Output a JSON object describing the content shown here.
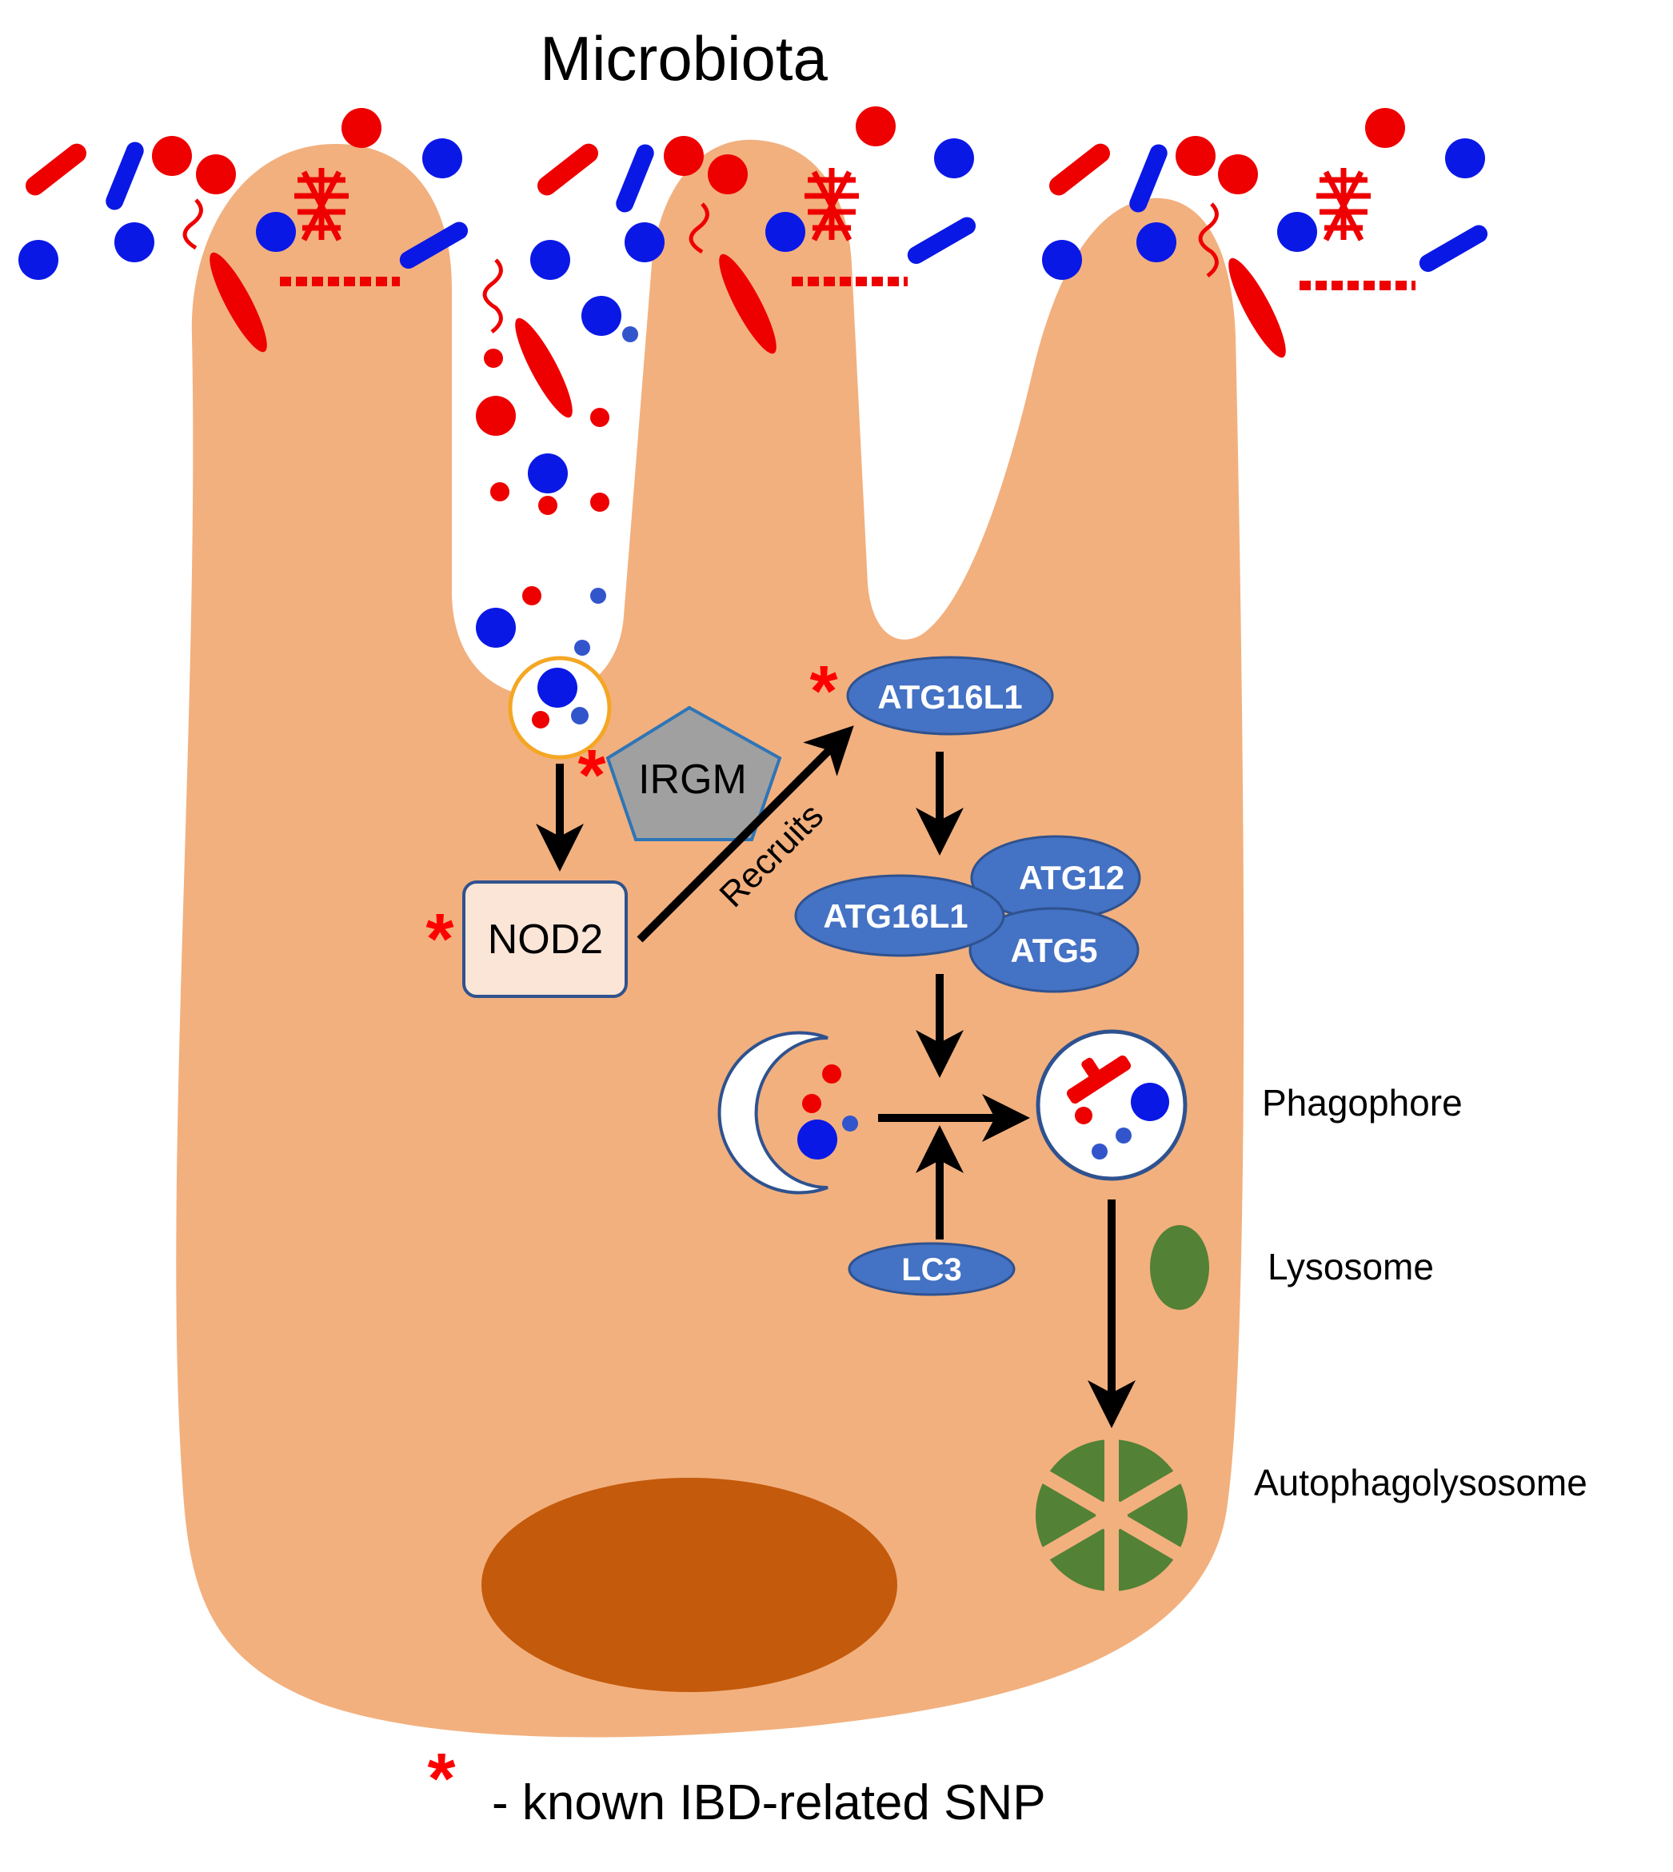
{
  "title": "Microbiota",
  "legend": {
    "text": "- known IBD-related SNP",
    "symbol": "*"
  },
  "proteins": {
    "atg16l1_top": "ATG16L1",
    "atg16l1_complex": "ATG16L1",
    "atg12": "ATG12",
    "atg5": "ATG5",
    "lc3": "LC3",
    "irgm": "IRGM",
    "nod2": "NOD2"
  },
  "arrow_label": "Recruits",
  "stage_labels": {
    "phagophore": "Phagophore",
    "lysosome": "Lysosome",
    "autophagolysosome": "Autophagolysosome"
  },
  "colors": {
    "cell": "#f2b07e",
    "nucleus": "#c45a0c",
    "bacteria_red": "#ee0000",
    "bacteria_blue": "#0a18e6",
    "protein_fill": "#4472c4",
    "protein_stroke": "#2f528f",
    "irgm_fill": "#a0a0a0",
    "nod2_fill": "#fbe5d6",
    "lysosome": "#538135",
    "snp_star": "#ff0000"
  }
}
